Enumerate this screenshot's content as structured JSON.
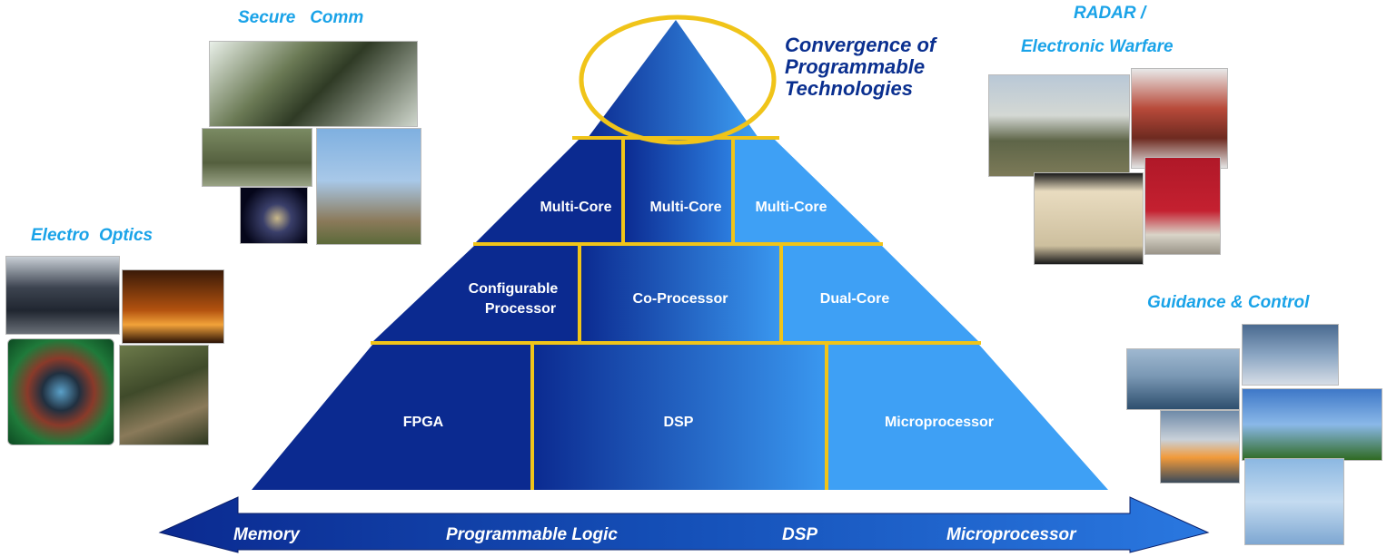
{
  "title": {
    "line1": "Convergence of",
    "line2": "Programmable",
    "line3": "Technologies"
  },
  "categories": {
    "secure_comm": "Secure   Comm",
    "electro_optics": "Electro  Optics",
    "radar_line1": "RADAR /",
    "radar_line2": "Electronic Warfare",
    "guidance": "Guidance & Control"
  },
  "pyramid": {
    "tier3": [
      "Multi-Core",
      "Multi-Core",
      "Multi-Core"
    ],
    "tier2": {
      "configurable_line1": "Configurable",
      "configurable_line2": "Processor",
      "coprocessor": "Co-Processor",
      "dualcore": "Dual-Core"
    },
    "tier1": [
      "FPGA",
      "DSP",
      "Microprocessor"
    ]
  },
  "arrow_labels": [
    "Memory",
    "Programmable Logic",
    "DSP",
    "Microprocessor"
  ],
  "colors": {
    "dark_blue": "#0b2a90",
    "mid_blue": "#1a5fd0",
    "light_blue": "#3ea0f5",
    "gold": "#f0c419",
    "category_cyan": "#1aa3e8",
    "title_navy": "#0a2f8f"
  },
  "icons": [
    "radio-equipment-photo",
    "satellite-dish-photo",
    "satellite-photo",
    "cockpit-photo",
    "jet-silhouette-photo",
    "thermal-sight-photo",
    "soldier-binoculars-photo",
    "radar-truck-photo",
    "radar-antenna-photo",
    "electronics-enclosure-photo",
    "test-equipment-photo",
    "missile-launch-photo",
    "aircraft-photo"
  ]
}
